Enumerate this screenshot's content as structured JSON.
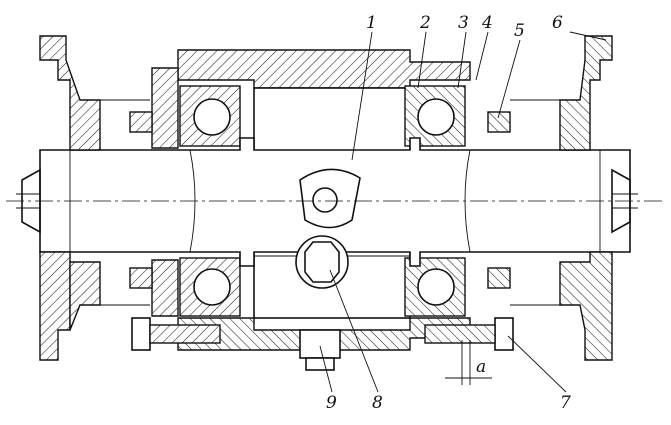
{
  "labels": {
    "l1": "1",
    "l2": "2",
    "l3": "3",
    "l4": "4",
    "l5": "5",
    "l6": "6",
    "l7": "7",
    "l8": "8",
    "l9": "9",
    "a": "a"
  }
}
